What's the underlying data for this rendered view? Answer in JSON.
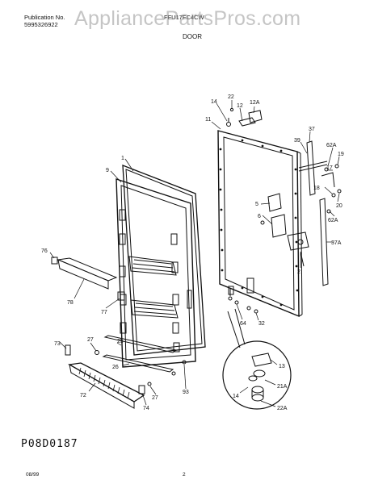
{
  "header": {
    "publication_label": "Publication No.",
    "publication_number": "5995326922",
    "model": "FFU17FC4CW",
    "section_title": "DOOR",
    "watermark": "AppliancePartsPros.com"
  },
  "diagram": {
    "part_labels": [
      "1",
      "9",
      "11",
      "12",
      "12A",
      "14",
      "22",
      "37",
      "39",
      "62A",
      "19",
      "17",
      "18",
      "20",
      "5",
      "6",
      "2",
      "62A",
      "37A",
      "64",
      "32",
      "76",
      "78",
      "77",
      "27",
      "25",
      "26",
      "73",
      "72",
      "27",
      "74",
      "93",
      "13",
      "21A",
      "14",
      "22A"
    ],
    "drawing_code": "P08D0187"
  },
  "footer": {
    "date": "08/99",
    "page": "2"
  }
}
